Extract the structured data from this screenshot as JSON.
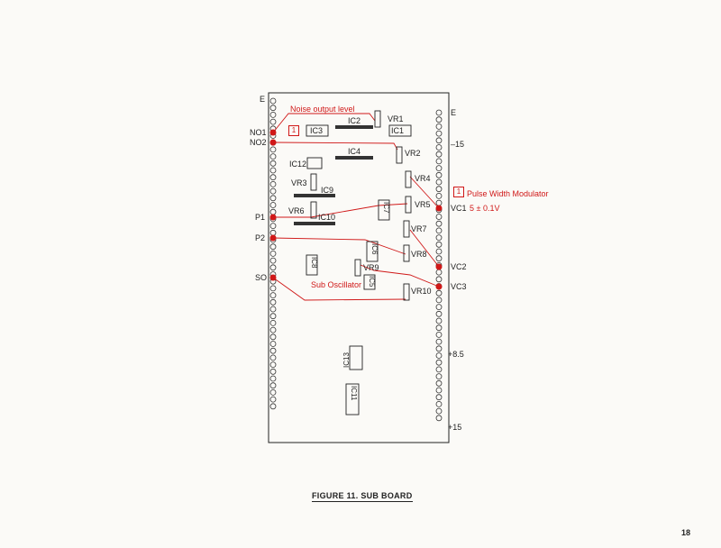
{
  "caption": "FIGURE 11. SUB BOARD",
  "page_number": "18",
  "annotations": {
    "noise_output_level": "Noise output level",
    "pulse_width_modulator": "Pulse Width Modulator",
    "sub_oscillator": "Sub Oscillator",
    "box_label": "1",
    "vc1_value": "5 ± 0.1V"
  },
  "left_pins": {
    "e": "E",
    "no1": "NO1",
    "no2": "NO2",
    "p1": "P1",
    "p2": "P2",
    "so": "SO"
  },
  "right_pins": {
    "e": "E",
    "minus15": "–15",
    "vc1": "VC1",
    "vc2": "VC2",
    "vc3": "VC3",
    "plus85": "+8.5",
    "plus15": "+15"
  },
  "components": {
    "ic1": "IC1",
    "ic2": "IC2",
    "ic3": "IC3",
    "ic4": "IC4",
    "ic5": "IC5",
    "ic6": "IC6",
    "ic7": "IC7",
    "ic8": "IC8",
    "ic9": "IC9",
    "ic10": "IC10",
    "ic11": "IC11",
    "ic12": "IC12",
    "ic13": "IC13",
    "vr1": "VR1",
    "vr2": "VR2",
    "vr3": "VR3",
    "vr4": "VR4",
    "vr5": "VR5",
    "vr6": "VR6",
    "vr7": "VR7",
    "vr8": "VR8",
    "vr9": "VR9",
    "vr10": "VR10"
  },
  "colors": {
    "annotation": "#d01818",
    "ink": "#222222",
    "paper": "#fbfaf7"
  }
}
